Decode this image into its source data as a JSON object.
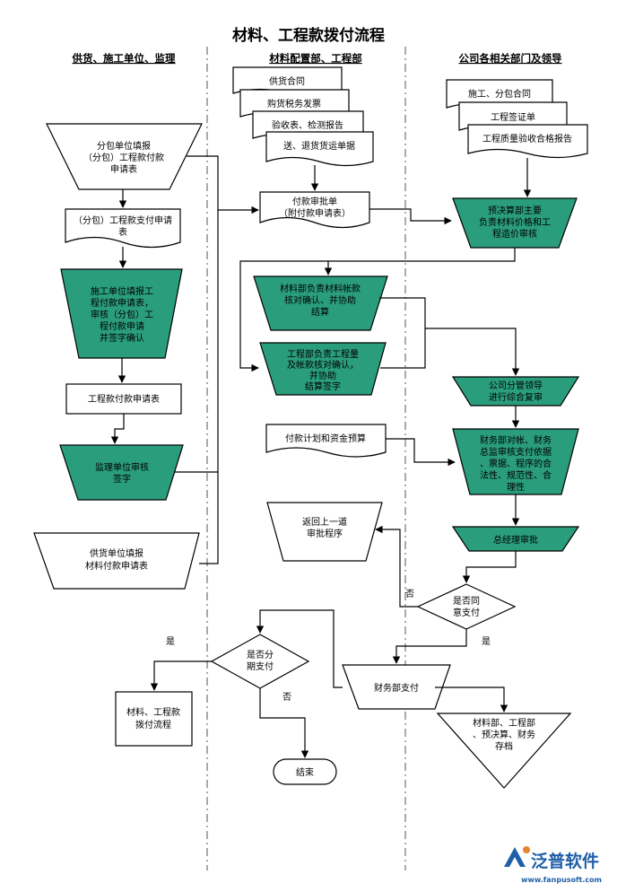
{
  "title": "材料、工程款拨付流程",
  "lanes": {
    "left": "供货、施工单位、监理",
    "middle": "材料配置部、工程部",
    "right": "公司各相关部门及领导"
  },
  "nodes": {
    "doc_supply_contract": "供货合同",
    "doc_purchase_invoice": "购货税务发票",
    "doc_acceptance": "验收表、检测报告",
    "doc_delivery": "送、退货货运单据",
    "doc_construction_contract": "施工、分包合同",
    "doc_work_cert": "工程签证单",
    "doc_quality": "工程质量验收合格报告",
    "sub_apply": [
      "分包单位填报",
      "（分包）工程款付款",
      "申请表"
    ],
    "sub_pay_form": [
      "（分包）工程款支付申请",
      "表"
    ],
    "contractor_fill": [
      "施工单位填报工",
      "程付款申请表，",
      "审核（分包）工",
      "程付款申请",
      "并签字确认"
    ],
    "project_pay_form": "工程款付款申请表",
    "supervisor_review": [
      "监理单位审核",
      "签字"
    ],
    "supplier_fill": [
      "供货单位填报",
      "材料付款申请表"
    ],
    "pay_approval_form": [
      "付款审批单",
      "（附付款申请表）"
    ],
    "material_dept": [
      "材料部负责材料帐款",
      "核对确认、并协助",
      "结算"
    ],
    "engineering_dept": [
      "工程部负责工程量",
      "及帐款核对确认，",
      "并协助",
      "结算签字"
    ],
    "budget_dept": [
      "预决算部主要",
      "负责材料价格和工",
      "程造价审核"
    ],
    "leader_review": [
      "公司分管领导",
      "进行综合复审"
    ],
    "finance_review": [
      "财务部对帐、财务",
      "总监审核支付依据",
      "、票据、程序的合",
      "法性、规范性、合",
      "理性"
    ],
    "pay_plan": "付款计划和资金预算",
    "return_prev": [
      "返回上一道",
      "审批程序"
    ],
    "gm_approval": "总经理审批",
    "agree_pay": [
      "是否同",
      "意支付"
    ],
    "installment": [
      "是否分",
      "期支付"
    ],
    "finance_pay": "财务部支付",
    "archive": [
      "材料部、工程部",
      "、预决算、财务",
      "存档"
    ],
    "flow_ref": [
      "材料、工程款",
      "拨付流程"
    ],
    "end": "结束"
  },
  "edge_labels": {
    "no_agree": "否",
    "yes_agree": "是",
    "yes_install": "是",
    "no_install": "否"
  },
  "logo": {
    "name": "泛普软件",
    "url": "www.fanpusoft.com"
  },
  "colors": {
    "accent_green": "#2a9d7c",
    "logo_blue": "#1f5fa8",
    "logo_orange": "#e8842a"
  }
}
